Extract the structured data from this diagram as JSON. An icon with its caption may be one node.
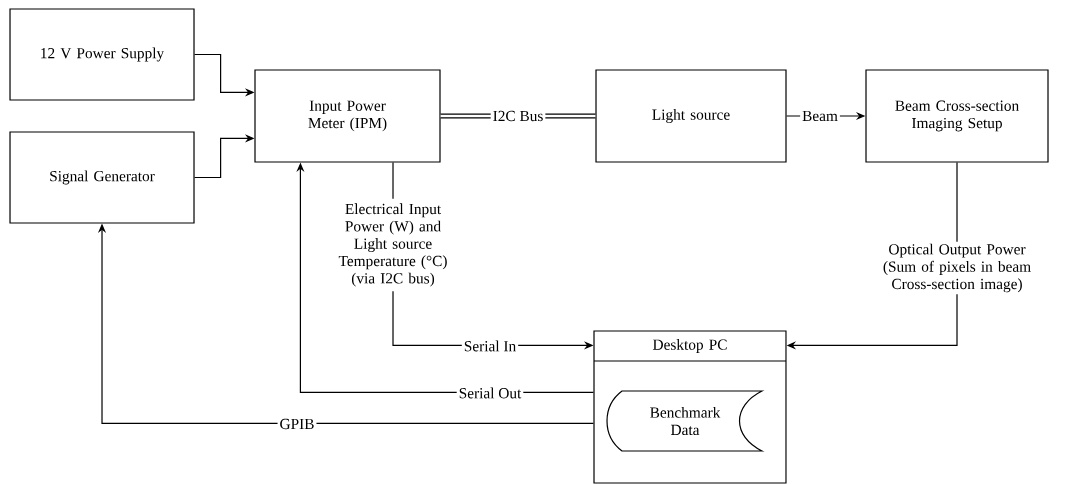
{
  "diagram": {
    "nodes": [
      {
        "text": [
          "12 V Power Supply"
        ]
      },
      {
        "text": [
          "Signal Generator"
        ]
      },
      {
        "text": [
          "Input Power Meter (IPM)"
        ]
      },
      {
        "text": [
          "Light source"
        ]
      },
      {
        "text": [
          "Beam Cross-section Imaging Setup"
        ]
      },
      {
        "text": [
          "Electrical Input Power (W) and Light source Temperature (°C) (via I2C bus)"
        ]
      },
      {
        "text": [
          "Desktop PC"
        ]
      },
      {
        "text": [
          "Benchmark Data"
        ],
        "in": 6
      }
    ],
    "edges": [
      {
        "from": 0,
        "to": 2,
        "arrow": "to"
      },
      {
        "from": 1,
        "to": 2,
        "arrow": "to"
      },
      {
        "from": 2,
        "to": 3,
        "arrow": "none",
        "label": "I2C Bus",
        "style": "thick"
      },
      {
        "from": 3,
        "to": 4,
        "arrow": "to",
        "label": "Beam"
      },
      {
        "from": 4,
        "to": 6,
        "arrow": "to",
        "label": "Optical Output Power (Sum of pixels in beam Cross-section image)"
      },
      {
        "from": 2,
        "to": 5,
        "arrow": "none"
      },
      {
        "from": 5,
        "to": 6,
        "arrow": "to",
        "label": "Serial In"
      },
      {
        "from": 6,
        "to": 2,
        "arrow": "to",
        "label": "Serial Out"
      },
      {
        "from": 6,
        "to": 1,
        "arrow": "to",
        "label": "GPIB"
      }
    ]
  }
}
